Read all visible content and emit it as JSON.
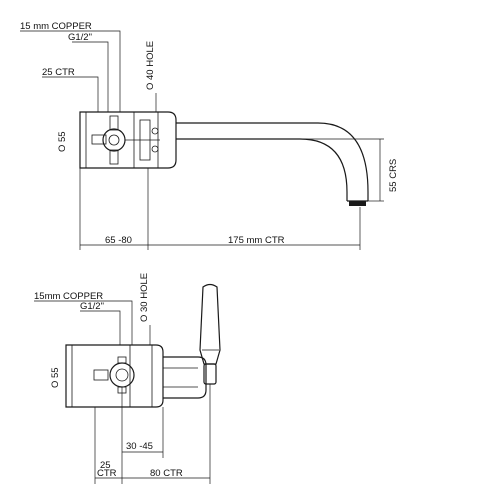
{
  "views": {
    "top": {
      "copper_label": "15 mm COPPER",
      "thread_label": "G1/2\"",
      "ctr_label": "25  CTR",
      "hole_label": "O 40  HOLE",
      "dia_label": "O 55",
      "crs_label": "55  CRS",
      "left_dim_label": "65 -80",
      "spout_dim_label": "175 mm CTR"
    },
    "bottom": {
      "copper_label": "15mm COPPER",
      "thread_label": "G1/2\"",
      "hole_label": "O 30  HOLE",
      "dia_label": "O 55",
      "depth_label": "30 -45",
      "ctr_value": "25",
      "ctr_unit": "CTR",
      "lever_dim_label": "80  CTR"
    }
  }
}
